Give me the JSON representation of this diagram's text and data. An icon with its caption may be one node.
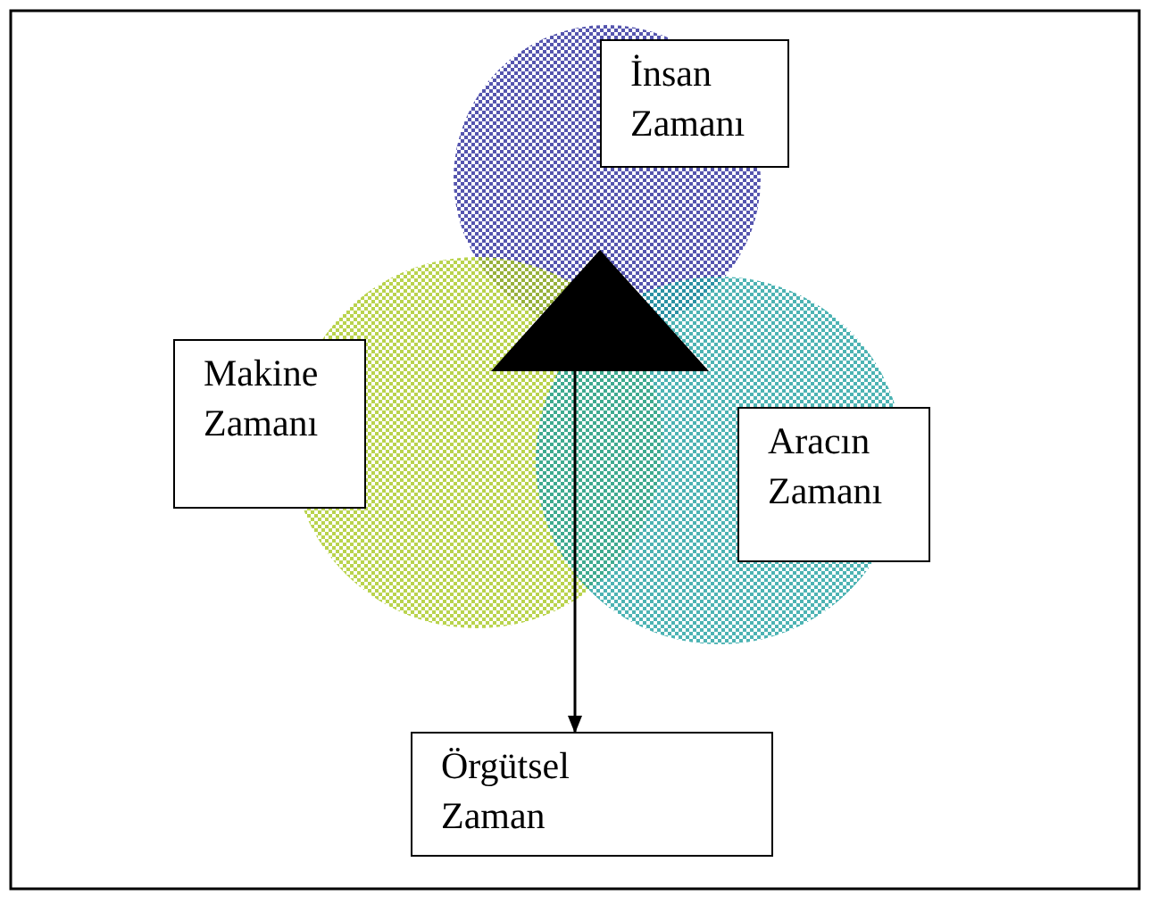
{
  "diagram": {
    "nodes": [
      {
        "text": [
          "İnsan Zamanı"
        ]
      },
      {
        "text": [
          "Makine Zamanı"
        ]
      },
      {
        "text": [
          "Aracın Zamanı"
        ]
      },
      {
        "text": [],
        "shape": "triangle"
      },
      {
        "text": [
          "Örgütsel Zaman"
        ]
      }
    ],
    "edges": [
      {
        "from": 3,
        "to": 4,
        "arrow": "to"
      }
    ]
  }
}
